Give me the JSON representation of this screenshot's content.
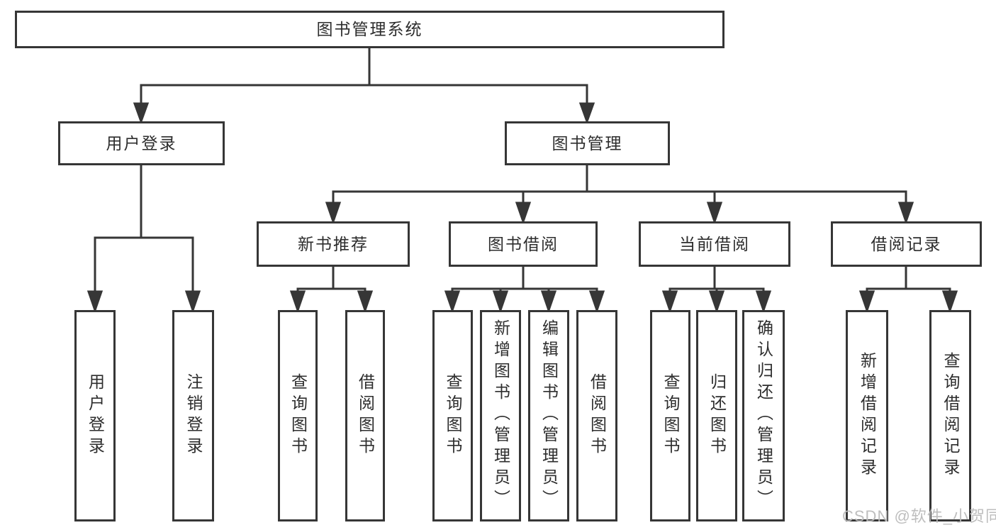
{
  "diagram": {
    "title": "图书管理系统",
    "nodes": {
      "root": "图书管理系统",
      "user_login": "用户登录",
      "book_mgmt": "图书管理",
      "login": "用户登录",
      "logout": "注销登录",
      "new_book": "新书推荐",
      "book_borrow": "图书借阅",
      "current_borrow": "当前借阅",
      "borrow_records": "借阅记录",
      "nb_query": "查询图书",
      "nb_borrow": "借阅图书",
      "bb_query": "查询图书",
      "bb_add": "新增图书（管理员）",
      "bb_edit": "编辑图书（管理员）",
      "bb_borrow": "借阅图书",
      "cb_query": "查询图书",
      "cb_return": "归还图书",
      "cb_confirm": "确认归还（管理员）",
      "br_add": "新增借阅记录",
      "br_query": "查询借阅记录"
    },
    "colors": {
      "line": "#363636",
      "text": "#2d2d2d",
      "background": "#ffffff",
      "watermark": "#bababa"
    }
  },
  "watermark": "CSDN @软件_小贺同学"
}
